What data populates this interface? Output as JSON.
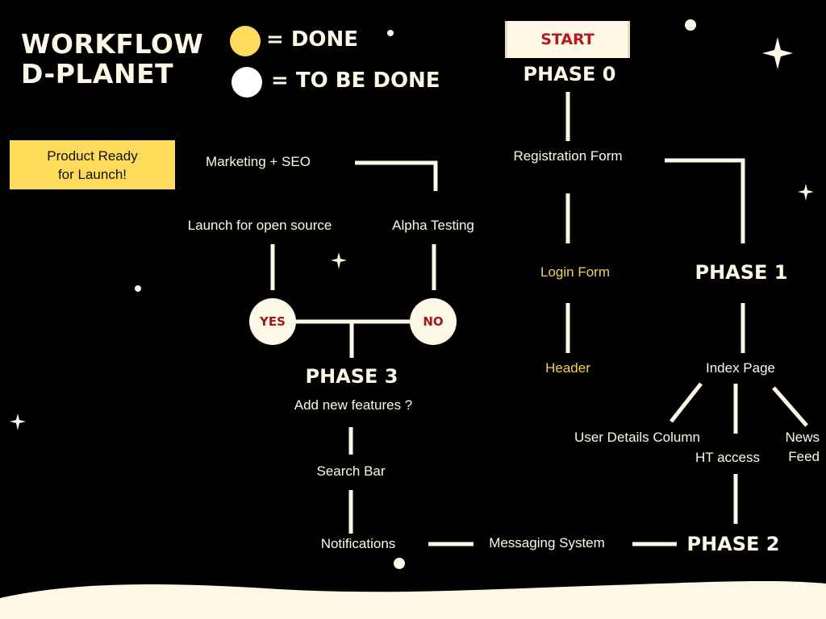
{
  "title": "WORKFLOW\nD-PLANET",
  "legend": {
    "done_label": "= DONE",
    "todo_label": "= TO BE DONE",
    "done_color": "#fedb5a",
    "todo_color": "#ffffff"
  },
  "start_label": "START",
  "ready_box": "Product Ready\nfor Launch!",
  "phases": {
    "p0": "PHASE 0",
    "p1": "PHASE 1",
    "p2": "PHASE 2",
    "p3": "PHASE 3"
  },
  "nodes": {
    "registration_form": "Registration Form",
    "login_form": "Login Form",
    "header": "Header",
    "index_page": "Index Page",
    "user_details_column": "User Details Column",
    "ht_access": "HT access",
    "news_feed": "News\nFeed",
    "messaging_system": "Messaging System",
    "notifications": "Notifications",
    "search_bar": "Search Bar",
    "add_new_features": "Add new features ?",
    "alpha_testing": "Alpha Testing",
    "launch_open_source": "Launch for open source",
    "marketing_seo": "Marketing + SEO"
  },
  "decisions": {
    "yes": "YES",
    "no": "NO"
  },
  "colors": {
    "background": "#000000",
    "cream": "#fdf8e6",
    "done_yellow": "#f5cf5c",
    "start_red": "#b31b1b"
  }
}
